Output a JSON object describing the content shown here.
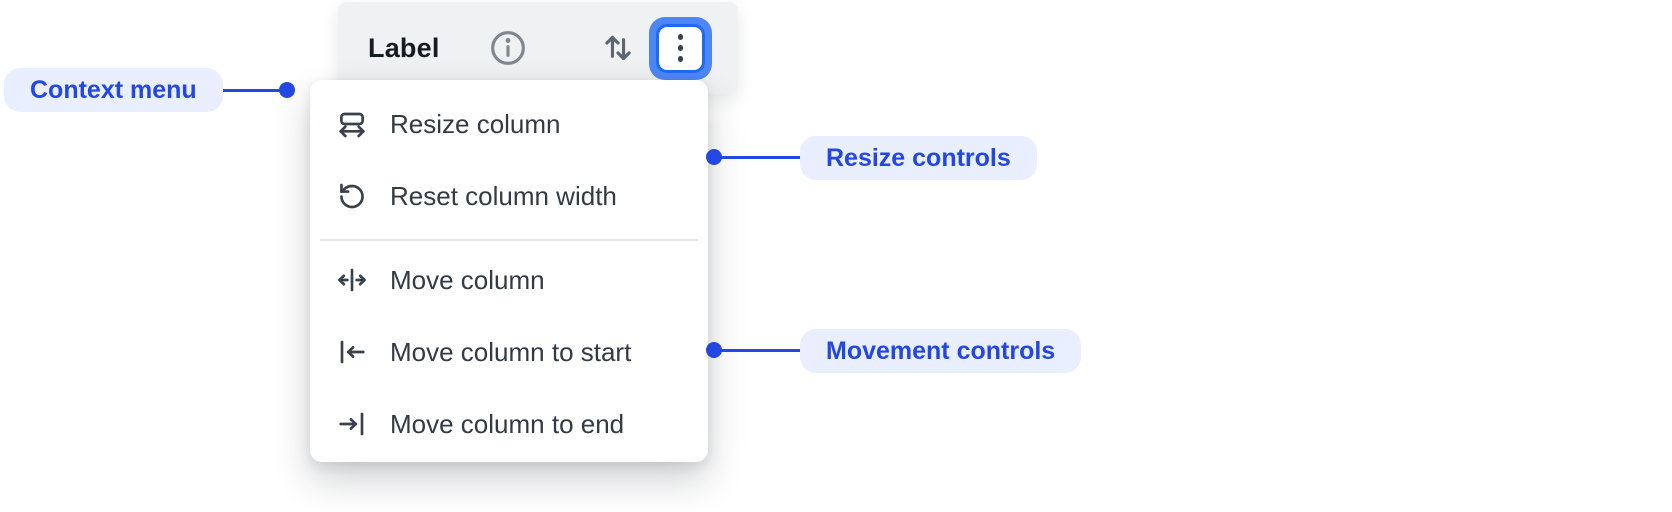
{
  "header": {
    "label": "Label",
    "icons": {
      "info": "info-icon",
      "sort": "sort-vertical-icon",
      "more": "kebab-menu-icon"
    }
  },
  "menu": {
    "divider_after_index": 1,
    "items": [
      {
        "label": "Resize column",
        "icon": "resize-column-icon"
      },
      {
        "label": "Reset column width",
        "icon": "reset-column-width-icon"
      },
      {
        "label": "Move column",
        "icon": "move-column-icon"
      },
      {
        "label": "Move column to start",
        "icon": "move-column-to-start-icon"
      },
      {
        "label": "Move column to end",
        "icon": "move-column-to-end-icon"
      }
    ]
  },
  "annotations": {
    "context_menu": {
      "label": "Context menu"
    },
    "resize_controls": {
      "label": "Resize controls"
    },
    "movement_controls": {
      "label": "Movement controls"
    }
  },
  "colors": {
    "accent_blue": "#2347e2",
    "annotation_pill_bg": "#e9effe",
    "focus_ring_outer": "#4f86f7",
    "focus_ring_border": "#1c6bf2",
    "header_bg": "#f0f1f2",
    "menu_bg": "#ffffff",
    "menu_text": "#323a43",
    "divider": "#e3e5e8"
  }
}
